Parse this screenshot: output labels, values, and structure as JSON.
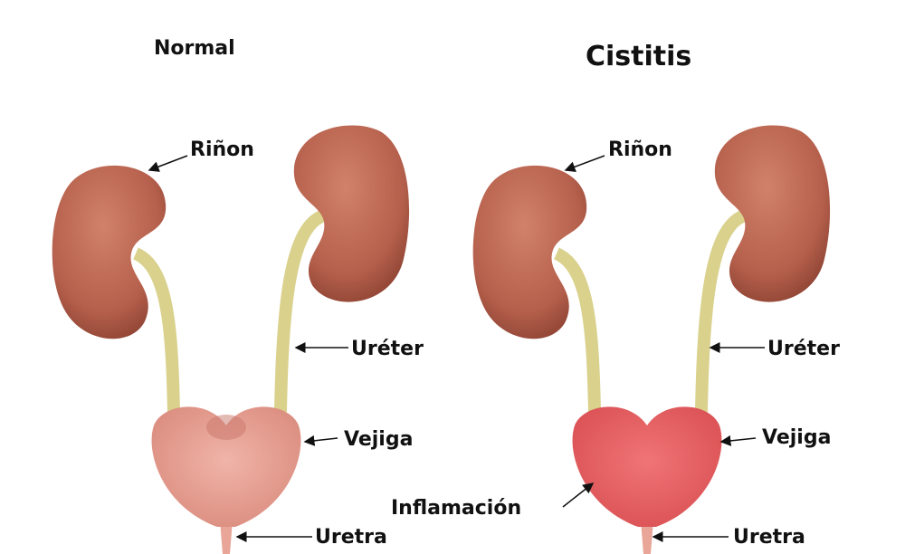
{
  "panels": [
    {
      "title": "Normal",
      "labels": {
        "kidney": "Riñon",
        "ureter": "Uréter",
        "bladder": "Vejiga",
        "urethra": "Uretra"
      }
    },
    {
      "title": "Cistitis",
      "labels": {
        "kidney": "Riñon",
        "ureter": "Uréter",
        "bladder": "Vejiga",
        "urethra": "Uretra",
        "inflammation": "Inflamación"
      }
    }
  ],
  "colors": {
    "kidney": "#b5604c",
    "ureter": "#d9d18c",
    "bladder_normal": "#eaa698",
    "bladder_inflamed": "#ec6466",
    "urethra": "#e8a598"
  }
}
